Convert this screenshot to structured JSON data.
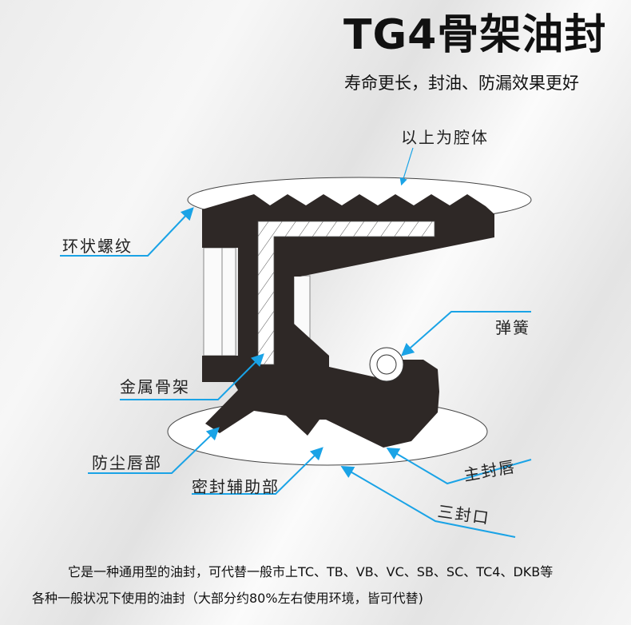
{
  "header": {
    "title": "TG4骨架油封",
    "subtitle": "寿命更长，封油、防漏效果更好"
  },
  "labels": {
    "cavity": "以上为腔体",
    "ring_thread": "环状螺纹",
    "spring": "弹簧",
    "metal_frame": "金属骨架",
    "dust_lip": "防尘唇部",
    "seal_aux": "密封辅助部",
    "main_lip": "主封唇",
    "triple_seal": "三封口"
  },
  "description": {
    "line1": "它是一种通用型的油封，可代替一般市上TC、TB、VB、VC、SB、SC、TC4、DKB等",
    "line2": "各种一般状况下使用的油封（大部分约80%左右使用环境，皆可代替)"
  },
  "colors": {
    "rubber": "#2e2826",
    "leader": "#1aa3e6",
    "text": "#222222"
  }
}
